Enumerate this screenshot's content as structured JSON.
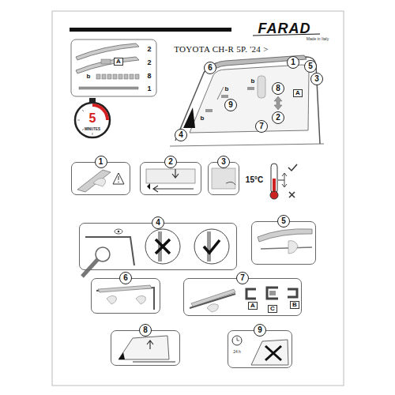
{
  "diagram": {
    "title": "TOYOTA CH-R 5P. '24 >",
    "nodes": [
      {
        "text": [
          "6"
        ]
      },
      {
        "text": [
          "1"
        ]
      },
      {
        "text": [
          "5"
        ]
      },
      {
        "text": [
          "3"
        ]
      },
      {
        "text": [
          "8"
        ]
      },
      {
        "text": [
          "9"
        ]
      },
      {
        "text": [
          "2"
        ]
      },
      {
        "text": [
          "7"
        ]
      },
      {
        "text": [
          "4"
        ]
      },
      {
        "text": [
          "1"
        ]
      },
      {
        "text": [
          "2"
        ]
      },
      {
        "text": [
          "3"
        ]
      },
      {
        "text": [
          "4"
        ]
      },
      {
        "text": [
          "5"
        ]
      },
      {
        "text": [
          "6"
        ]
      },
      {
        "text": [
          "7"
        ]
      },
      {
        "text": [
          "8"
        ]
      },
      {
        "text": [
          "9"
        ]
      }
    ],
    "labels": [
      "FARAD",
      "Made in Italy",
      "2",
      "A",
      "2",
      "b",
      "8",
      "1",
      "5",
      "MINUTES",
      "b",
      "b",
      "A",
      "b",
      "15°C",
      "A",
      "B",
      "C",
      "24 h"
    ]
  }
}
